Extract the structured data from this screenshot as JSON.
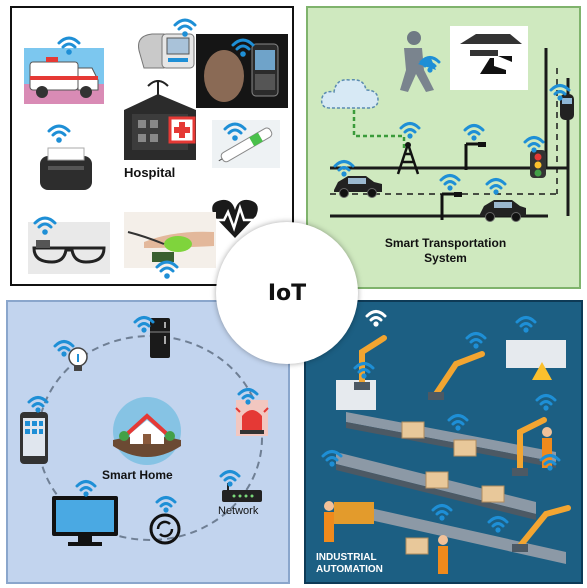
{
  "center": {
    "title": "IoT"
  },
  "panels": {
    "hospital": {
      "label": "Hospital"
    },
    "transport": {
      "label_line1": "Smart Transportation",
      "label_line2": "System"
    },
    "home": {
      "label": "Smart Home",
      "network_label": "Network"
    },
    "industry": {
      "label_line1": "INDUSTRIAL",
      "label_line2": "AUTOMATION"
    }
  },
  "colors": {
    "wifi": "#1e8fd6",
    "transport_bg": "#cfe9bf",
    "home_bg": "#c2d4ee",
    "industry_bg": "#1c5f83"
  },
  "icons": [
    "wifi-icon",
    "ambulance-icon",
    "blood-pressure-monitor-icon",
    "smartphone-icon",
    "hospital-building-icon",
    "insulin-pen-icon",
    "printer-icon",
    "heart-rate-icon",
    "smart-glasses-icon",
    "finger-sensor-icon",
    "cloud-icon",
    "cell-tower-icon",
    "street-lamp-icon",
    "car-icon",
    "traffic-light-icon",
    "airplane-icon",
    "ship-icon",
    "pedestrian-icon",
    "refrigerator-icon",
    "light-bulb-icon",
    "tablet-icon",
    "alarm-icon",
    "house-icon",
    "router-icon",
    "monitor-icon",
    "thermostat-icon",
    "robot-arm-icon",
    "conveyor-belt-icon",
    "worker-icon"
  ]
}
